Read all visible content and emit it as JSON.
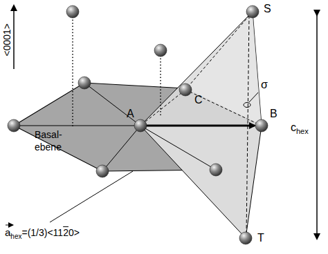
{
  "diagram": {
    "labels": [
      "<0001>",
      "S",
      "C",
      "σ",
      "A",
      "B",
      "c",
      "hex",
      "Basal- ebene",
      "a",
      "hex",
      "=(1/3)<11",
      "2",
      "0>",
      "T"
    ]
  }
}
